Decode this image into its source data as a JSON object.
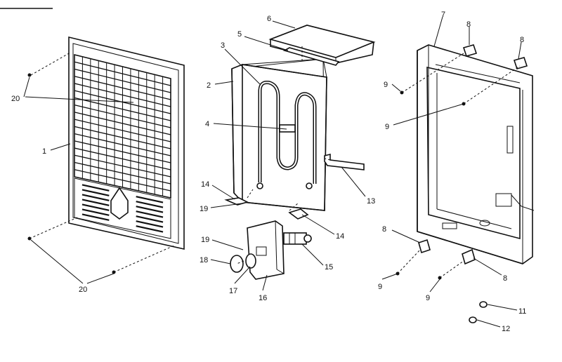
{
  "callouts": {
    "c1": "1",
    "c2": "2",
    "c3": "3",
    "c4": "4",
    "c5": "5",
    "c6": "6",
    "c7": "7",
    "c8a": "8",
    "c8b": "8",
    "c8c": "8",
    "c8d": "8",
    "c9a": "9",
    "c9b": "9",
    "c9c": "9",
    "c9d": "9",
    "c11": "11",
    "c12": "12",
    "c13": "13",
    "c14a": "14",
    "c14b": "14",
    "c15": "15",
    "c16": "16",
    "c17": "17",
    "c18": "18",
    "c19a": "19",
    "c19b": "19",
    "c20a": "20",
    "c20b": "20"
  },
  "colors": {
    "ink": "#111111",
    "paper": "#ffffff"
  }
}
